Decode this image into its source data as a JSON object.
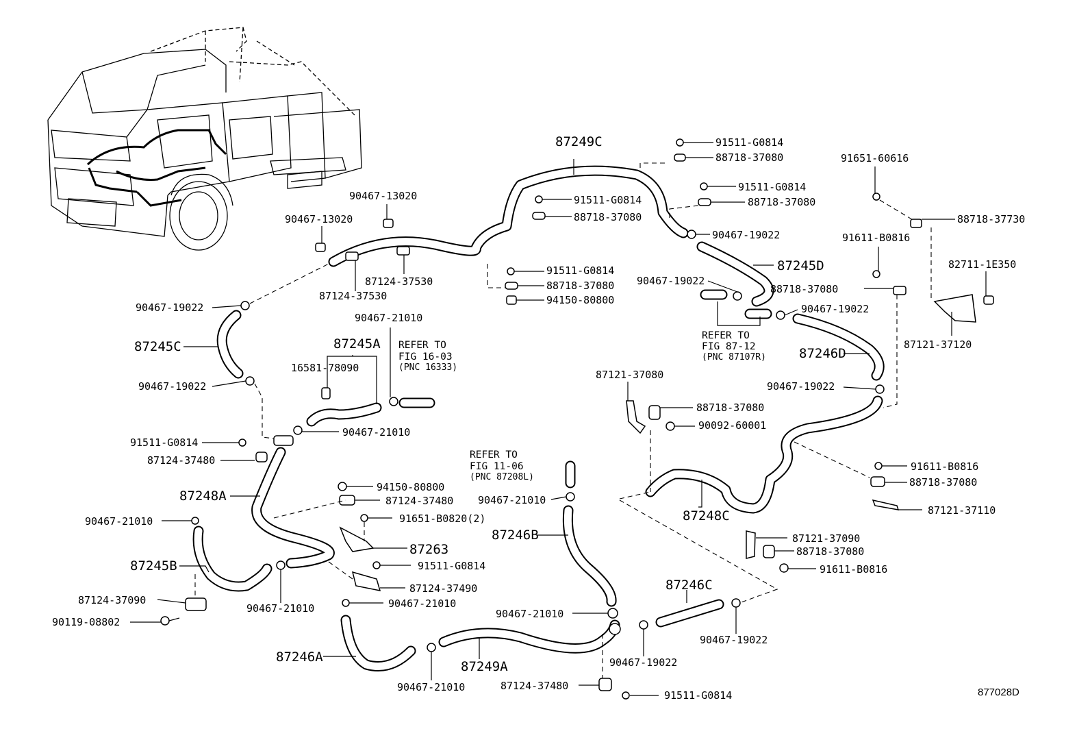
{
  "diagram_code": "877028D",
  "callouts": {
    "c_87249C": "87249C",
    "c_91511_a": "91511-G0814",
    "c_88718_a": "88718-37080",
    "c_91511_b": "91511-G0814",
    "c_88718_b": "88718-37080",
    "c_91651_60616": "91651-60616",
    "c_88718_37730": "88718-37730",
    "c_90467_13020_a": "90467-13020",
    "c_90467_13020_b": "90467-13020",
    "c_91511_c": "91511-G0814",
    "c_88718_c": "88718-37080",
    "c_90467_19022_a": "90467-19022",
    "c_91611_a": "91611-B0816",
    "c_82711": "82711-1E350",
    "c_87245D": "87245D",
    "c_91511_d": "91511-G0814",
    "c_88718_d": "88718-37080",
    "c_94150_a": "94150-80800",
    "c_87124_37530_a": "87124-37530",
    "c_87124_37530_b": "87124-37530",
    "c_90467_19022_b": "90467-19022",
    "c_88718_e": "88718-37080",
    "c_90467_19022_c": "90467-19022",
    "c_90467_19022_d": "90467-19022",
    "c_87121_37120": "87121-37120",
    "c_87245C": "87245C",
    "c_90467_21010_a": "90467-21010",
    "c_87245A": "87245A",
    "c_16581": "16581-78090",
    "c_87246D": "87246D",
    "c_90467_19022_e": "90467-19022",
    "c_90467_19022_f": "90467-19022",
    "c_87121_37080": "87121-37080",
    "c_88718_f": "88718-37080",
    "c_90092": "90092-60001",
    "c_91511_e": "91511-G0814",
    "c_90467_21010_b": "90467-21010",
    "c_87124_37480_a": "87124-37480",
    "c_91611_b": "91611-B0816",
    "c_88718_g": "88718-37080",
    "c_87248A": "87248A",
    "c_94150_b": "94150-80800",
    "c_87124_37480_b": "87124-37480",
    "c_90467_21010_c": "90467-21010",
    "c_87121_37110": "87121-37110",
    "c_87248C": "87248C",
    "c_90467_21010_d": "90467-21010",
    "c_91651_b0820": "91651-B0820(2)",
    "c_87246B": "87246B",
    "c_87121_37090": "87121-37090",
    "c_87263": "87263",
    "c_88718_h": "88718-37080",
    "c_87245B": "87245B",
    "c_91511_f": "91511-G0814",
    "c_91611_c": "91611-B0816",
    "c_87124_37490": "87124-37490",
    "c_87246C": "87246C",
    "c_87124_37090": "87124-37090",
    "c_90467_21010_e": "90467-21010",
    "c_90467_21010_f": "90467-21010",
    "c_90119": "90119-08802",
    "c_90467_21010_g": "90467-21010",
    "c_90467_19022_g": "90467-19022",
    "c_87246A": "87246A",
    "c_90467_19022_h": "90467-19022",
    "c_87249A": "87249A",
    "c_87124_37480_c": "87124-37480",
    "c_90467_21010_h": "90467-21010",
    "c_91511_g": "91511-G0814"
  },
  "references": {
    "r1": {
      "line1": "REFER TO",
      "line2": "FIG 16-03",
      "line3": "(PNC 16333)"
    },
    "r2": {
      "line1": "REFER TO",
      "line2": "FIG 87-12",
      "line3": "(PNC 87107R)"
    },
    "r3": {
      "line1": "REFER TO",
      "line2": "FIG 11-06",
      "line3": "(PNC 87208L)"
    }
  }
}
